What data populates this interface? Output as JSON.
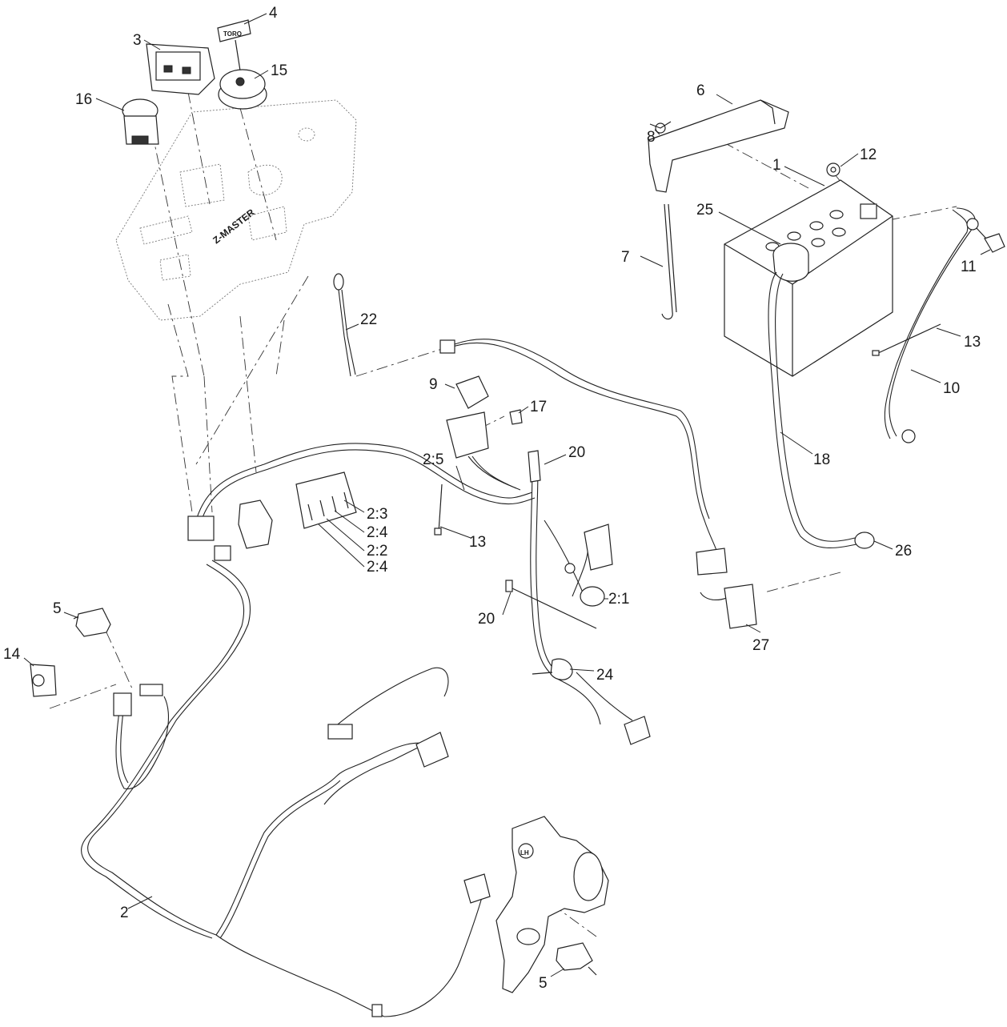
{
  "callouts": {
    "c1": "1",
    "c2": "2",
    "c2_1": "2:1",
    "c2_2": "2:2",
    "c2_3": "2:3",
    "c2_4a": "2:4",
    "c2_4b": "2:4",
    "c2_5": "2:5",
    "c3": "3",
    "c4": "4",
    "c5a": "5",
    "c5b": "5",
    "c6": "6",
    "c7": "7",
    "c8": "8",
    "c9": "9",
    "c10": "10",
    "c11": "11",
    "c12": "12",
    "c13a": "13",
    "c13b": "13",
    "c14": "14",
    "c15": "15",
    "c16": "16",
    "c17": "17",
    "c18": "18",
    "c20a": "20",
    "c20b": "20",
    "c22": "22",
    "c24": "24",
    "c25": "25",
    "c26": "26",
    "c27": "27"
  },
  "part_text": {
    "brand_tag": "TORO",
    "console_logo": "Z-MASTER",
    "bracket_tag": "LH"
  }
}
